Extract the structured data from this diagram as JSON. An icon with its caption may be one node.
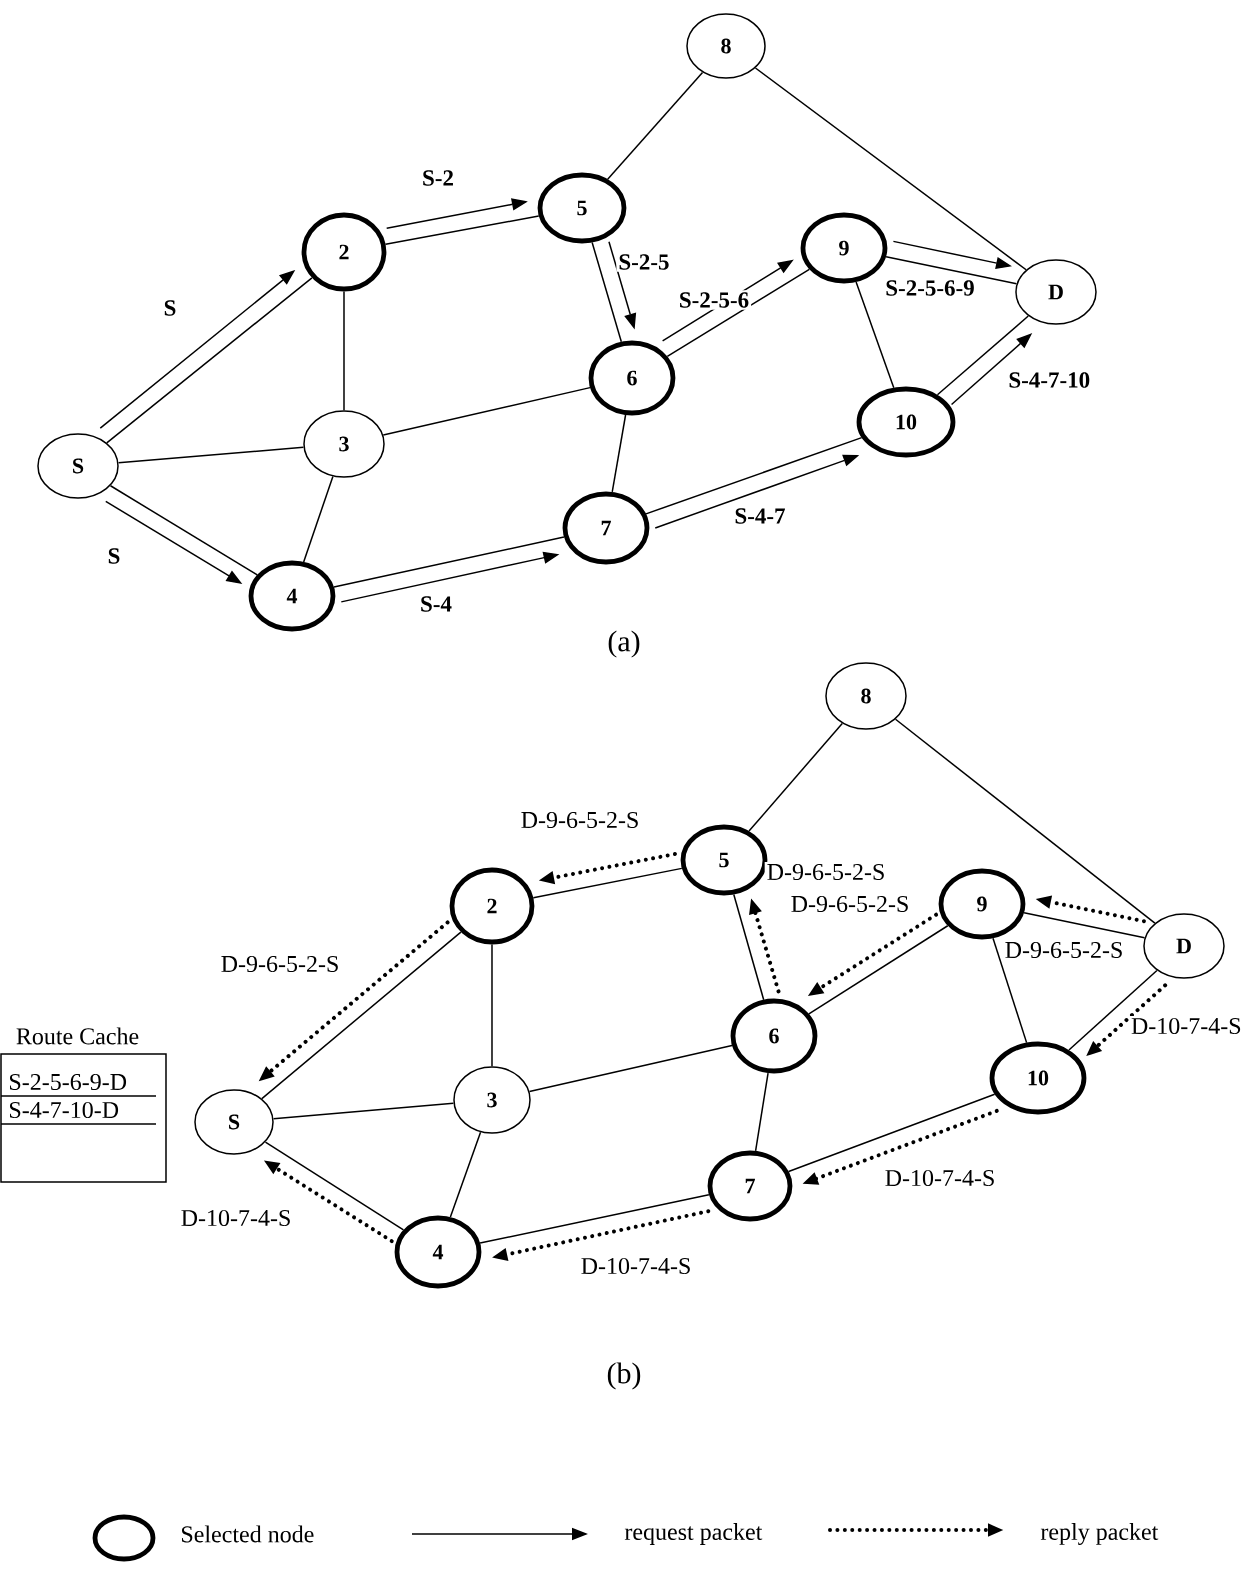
{
  "diagram": {
    "nodes": [
      {
        "text": [
          "S"
        ]
      },
      {
        "text": [
          "2"
        ]
      },
      {
        "text": [
          "3"
        ]
      },
      {
        "text": [
          "4"
        ]
      },
      {
        "text": [
          "5"
        ]
      },
      {
        "text": [
          "6"
        ]
      },
      {
        "text": [
          "7"
        ]
      },
      {
        "text": [
          "8"
        ]
      },
      {
        "text": [
          "9"
        ]
      },
      {
        "text": [
          "10"
        ]
      },
      {
        "text": [
          "D"
        ]
      },
      {
        "text": [
          "Route Cache",
          "S-2-5-6-9-D",
          "S-4-7-10-D"
        ]
      },
      {
        "text": [
          "S"
        ]
      },
      {
        "text": [
          "2"
        ]
      },
      {
        "text": [
          "3"
        ]
      },
      {
        "text": [
          "4"
        ]
      },
      {
        "text": [
          "5"
        ]
      },
      {
        "text": [
          "6"
        ]
      },
      {
        "text": [
          "7"
        ]
      },
      {
        "text": [
          "8"
        ]
      },
      {
        "text": [
          "9"
        ]
      },
      {
        "text": [
          "10"
        ]
      },
      {
        "text": [
          "D"
        ]
      }
    ],
    "edges": [
      {
        "from": 0,
        "to": 1,
        "arrow": "none"
      },
      {
        "from": 0,
        "to": 2,
        "arrow": "none"
      },
      {
        "from": 0,
        "to": 3,
        "arrow": "none"
      },
      {
        "from": 1,
        "to": 2,
        "arrow": "none"
      },
      {
        "from": 2,
        "to": 3,
        "arrow": "none"
      },
      {
        "from": 1,
        "to": 4,
        "arrow": "none"
      },
      {
        "from": 2,
        "to": 5,
        "arrow": "none"
      },
      {
        "from": 3,
        "to": 6,
        "arrow": "none"
      },
      {
        "from": 4,
        "to": 7,
        "arrow": "none"
      },
      {
        "from": 4,
        "to": 5,
        "arrow": "none"
      },
      {
        "from": 5,
        "to": 6,
        "arrow": "none"
      },
      {
        "from": 5,
        "to": 8,
        "arrow": "none"
      },
      {
        "from": 6,
        "to": 9,
        "arrow": "none"
      },
      {
        "from": 8,
        "to": 9,
        "arrow": "none"
      },
      {
        "from": 7,
        "to": 10,
        "arrow": "none"
      },
      {
        "from": 8,
        "to": 10,
        "arrow": "none"
      },
      {
        "from": 9,
        "to": 10,
        "arrow": "none"
      },
      {
        "from": 0,
        "to": 1,
        "arrow": "to",
        "label": "S"
      },
      {
        "from": 0,
        "to": 3,
        "arrow": "to",
        "label": "S"
      },
      {
        "from": 1,
        "to": 4,
        "arrow": "to",
        "label": "S-2"
      },
      {
        "from": 4,
        "to": 5,
        "arrow": "to",
        "label": "S-2-5"
      },
      {
        "from": 3,
        "to": 6,
        "arrow": "to",
        "label": "S-4"
      },
      {
        "from": 5,
        "to": 8,
        "arrow": "to",
        "label": "S-2-5-6"
      },
      {
        "from": 6,
        "to": 9,
        "arrow": "to",
        "label": "S-4-7"
      },
      {
        "from": 8,
        "to": 10,
        "arrow": "to",
        "label": "S-2-5-6-9"
      },
      {
        "from": 9,
        "to": 10,
        "arrow": "to",
        "label": "S-4-7-10"
      },
      {
        "from": 12,
        "to": 13,
        "arrow": "none"
      },
      {
        "from": 12,
        "to": 14,
        "arrow": "none"
      },
      {
        "from": 12,
        "to": 15,
        "arrow": "none"
      },
      {
        "from": 13,
        "to": 14,
        "arrow": "none"
      },
      {
        "from": 14,
        "to": 15,
        "arrow": "none"
      },
      {
        "from": 13,
        "to": 16,
        "arrow": "none"
      },
      {
        "from": 14,
        "to": 17,
        "arrow": "none"
      },
      {
        "from": 15,
        "to": 18,
        "arrow": "none"
      },
      {
        "from": 16,
        "to": 19,
        "arrow": "none"
      },
      {
        "from": 16,
        "to": 17,
        "arrow": "none"
      },
      {
        "from": 17,
        "to": 18,
        "arrow": "none"
      },
      {
        "from": 17,
        "to": 20,
        "arrow": "none"
      },
      {
        "from": 18,
        "to": 21,
        "arrow": "none"
      },
      {
        "from": 20,
        "to": 21,
        "arrow": "none"
      },
      {
        "from": 19,
        "to": 22,
        "arrow": "none"
      },
      {
        "from": 20,
        "to": 22,
        "arrow": "none"
      },
      {
        "from": 21,
        "to": 22,
        "arrow": "none"
      },
      {
        "from": 22,
        "to": 20,
        "arrow": "to",
        "label": "D-9-6-5-2-S",
        "style": "dashed"
      },
      {
        "from": 20,
        "to": 17,
        "arrow": "to",
        "label": "D-9-6-5-2-S",
        "style": "dashed"
      },
      {
        "from": 17,
        "to": 16,
        "arrow": "to",
        "label": "D-9-6-5-2-S",
        "style": "dashed"
      },
      {
        "from": 16,
        "to": 13,
        "arrow": "to",
        "label": "D-9-6-5-2-S",
        "style": "dashed"
      },
      {
        "from": 13,
        "to": 12,
        "arrow": "to",
        "label": "D-9-6-5-2-S",
        "style": "dashed"
      },
      {
        "from": 22,
        "to": 21,
        "arrow": "to",
        "label": "D-10-7-4-S",
        "style": "dashed"
      },
      {
        "from": 21,
        "to": 18,
        "arrow": "to",
        "label": "D-10-7-4-S",
        "style": "dashed"
      },
      {
        "from": 18,
        "to": 15,
        "arrow": "to",
        "label": "D-10-7-4-S",
        "style": "dashed"
      },
      {
        "from": 15,
        "to": 12,
        "arrow": "to",
        "label": "D-10-7-4-S",
        "style": "dashed"
      }
    ],
    "labels": [
      "(a)",
      "(b)"
    ],
    "legend": [
      {
        "text": "Selected node"
      },
      {
        "text": "request packet"
      },
      {
        "text": "reply packet"
      }
    ]
  }
}
